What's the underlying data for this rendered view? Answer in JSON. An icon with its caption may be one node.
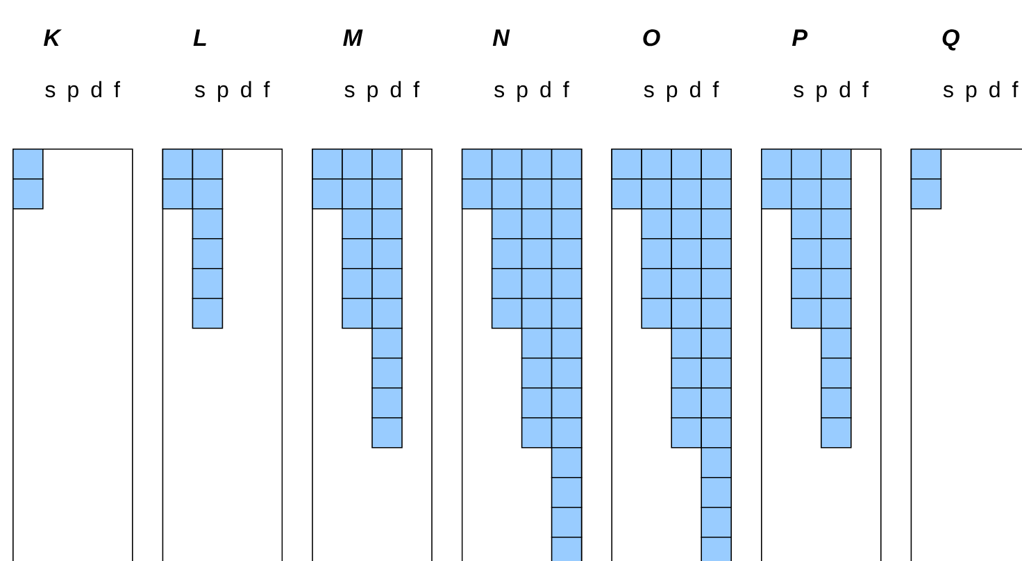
{
  "diagram": {
    "nodes": [
      {
        "text": [
          "K",
          "s p d f"
        ]
      },
      {
        "text": [],
        "shape": "box",
        "in": 0
      },
      {
        "text": [],
        "shape": "box",
        "in": 0
      },
      {
        "text": [
          "L",
          "s p d f"
        ]
      },
      {
        "text": [],
        "shape": "box",
        "in": 3
      },
      {
        "text": [],
        "shape": "box",
        "in": 3
      },
      {
        "text": [],
        "shape": "box",
        "in": 3
      },
      {
        "text": [],
        "shape": "box",
        "in": 3
      },
      {
        "text": [],
        "shape": "box",
        "in": 3
      },
      {
        "text": [],
        "shape": "box",
        "in": 3
      },
      {
        "text": [],
        "shape": "box",
        "in": 3
      },
      {
        "text": [],
        "shape": "box",
        "in": 3
      },
      {
        "text": [
          "M",
          "s p d f"
        ]
      },
      {
        "text": [],
        "shape": "box",
        "in": 12
      },
      {
        "text": [],
        "shape": "box",
        "in": 12
      },
      {
        "text": [],
        "shape": "box",
        "in": 12
      },
      {
        "text": [],
        "shape": "box",
        "in": 12
      },
      {
        "text": [],
        "shape": "box",
        "in": 12
      },
      {
        "text": [],
        "shape": "box",
        "in": 12
      },
      {
        "text": [],
        "shape": "box",
        "in": 12
      },
      {
        "text": [],
        "shape": "box",
        "in": 12
      },
      {
        "text": [],
        "shape": "box",
        "in": 12
      },
      {
        "text": [],
        "shape": "box",
        "in": 12
      },
      {
        "text": [],
        "shape": "box",
        "in": 12
      },
      {
        "text": [],
        "shape": "box",
        "in": 12
      },
      {
        "text": [],
        "shape": "box",
        "in": 12
      },
      {
        "text": [],
        "shape": "box",
        "in": 12
      },
      {
        "text": [],
        "shape": "box",
        "in": 12
      },
      {
        "text": [],
        "shape": "box",
        "in": 12
      },
      {
        "text": [],
        "shape": "box",
        "in": 12
      },
      {
        "text": [],
        "shape": "box",
        "in": 12
      },
      {
        "text": [
          "N",
          "s p d f"
        ]
      },
      {
        "text": [],
        "shape": "box",
        "in": 31
      },
      {
        "text": [],
        "shape": "box",
        "in": 31
      },
      {
        "text": [],
        "shape": "box",
        "in": 31
      },
      {
        "text": [],
        "shape": "box",
        "in": 31
      },
      {
        "text": [],
        "shape": "box",
        "in": 31
      },
      {
        "text": [],
        "shape": "box",
        "in": 31
      },
      {
        "text": [],
        "shape": "box",
        "in": 31
      },
      {
        "text": [],
        "shape": "box",
        "in": 31
      },
      {
        "text": [],
        "shape": "box",
        "in": 31
      },
      {
        "text": [],
        "shape": "box",
        "in": 31
      },
      {
        "text": [],
        "shape": "box",
        "in": 31
      },
      {
        "text": [],
        "shape": "box",
        "in": 31
      },
      {
        "text": [],
        "shape": "box",
        "in": 31
      },
      {
        "text": [],
        "shape": "box",
        "in": 31
      },
      {
        "text": [],
        "shape": "box",
        "in": 31
      },
      {
        "text": [],
        "shape": "box",
        "in": 31
      },
      {
        "text": [],
        "shape": "box",
        "in": 31
      },
      {
        "text": [],
        "shape": "box",
        "in": 31
      },
      {
        "text": [],
        "shape": "box",
        "in": 31
      },
      {
        "text": [],
        "shape": "box",
        "in": 31
      },
      {
        "text": [],
        "shape": "box",
        "in": 31
      },
      {
        "text": [],
        "shape": "box",
        "in": 31
      },
      {
        "text": [],
        "shape": "box",
        "in": 31
      },
      {
        "text": [],
        "shape": "box",
        "in": 31
      },
      {
        "text": [],
        "shape": "box",
        "in": 31
      },
      {
        "text": [],
        "shape": "box",
        "in": 31
      },
      {
        "text": [],
        "shape": "box",
        "in": 31
      },
      {
        "text": [],
        "shape": "box",
        "in": 31
      },
      {
        "text": [],
        "shape": "box",
        "in": 31
      },
      {
        "text": [],
        "shape": "box",
        "in": 31
      },
      {
        "text": [],
        "shape": "box",
        "in": 31
      },
      {
        "text": [],
        "shape": "box",
        "in": 31
      },
      {
        "text": [
          "O",
          "s p d f"
        ]
      },
      {
        "text": [],
        "shape": "box",
        "in": 64
      },
      {
        "text": [],
        "shape": "box",
        "in": 64
      },
      {
        "text": [],
        "shape": "box",
        "in": 64
      },
      {
        "text": [],
        "shape": "box",
        "in": 64
      },
      {
        "text": [],
        "shape": "box",
        "in": 64
      },
      {
        "text": [],
        "shape": "box",
        "in": 64
      },
      {
        "text": [],
        "shape": "box",
        "in": 64
      },
      {
        "text": [],
        "shape": "box",
        "in": 64
      },
      {
        "text": [],
        "shape": "box",
        "in": 64
      },
      {
        "text": [],
        "shape": "box",
        "in": 64
      },
      {
        "text": [],
        "shape": "box",
        "in": 64
      },
      {
        "text": [],
        "shape": "box",
        "in": 64
      },
      {
        "text": [],
        "shape": "box",
        "in": 64
      },
      {
        "text": [],
        "shape": "box",
        "in": 64
      },
      {
        "text": [],
        "shape": "box",
        "in": 64
      },
      {
        "text": [],
        "shape": "box",
        "in": 64
      },
      {
        "text": [],
        "shape": "box",
        "in": 64
      },
      {
        "text": [],
        "shape": "box",
        "in": 64
      },
      {
        "text": [],
        "shape": "box",
        "in": 64
      },
      {
        "text": [],
        "shape": "box",
        "in": 64
      },
      {
        "text": [],
        "shape": "box",
        "in": 64
      },
      {
        "text": [],
        "shape": "box",
        "in": 64
      },
      {
        "text": [],
        "shape": "box",
        "in": 64
      },
      {
        "text": [],
        "shape": "box",
        "in": 64
      },
      {
        "text": [],
        "shape": "box",
        "in": 64
      },
      {
        "text": [],
        "shape": "box",
        "in": 64
      },
      {
        "text": [],
        "shape": "box",
        "in": 64
      },
      {
        "text": [],
        "shape": "box",
        "in": 64
      },
      {
        "text": [],
        "shape": "box",
        "in": 64
      },
      {
        "text": [],
        "shape": "box",
        "in": 64
      },
      {
        "text": [],
        "shape": "box",
        "in": 64
      },
      {
        "text": [],
        "shape": "box",
        "in": 64
      },
      {
        "text": [
          "P",
          "s p d f"
        ]
      },
      {
        "text": [],
        "shape": "box",
        "in": 97
      },
      {
        "text": [],
        "shape": "box",
        "in": 97
      },
      {
        "text": [],
        "shape": "box",
        "in": 97
      },
      {
        "text": [],
        "shape": "box",
        "in": 97
      },
      {
        "text": [],
        "shape": "box",
        "in": 97
      },
      {
        "text": [],
        "shape": "box",
        "in": 97
      },
      {
        "text": [],
        "shape": "box",
        "in": 97
      },
      {
        "text": [],
        "shape": "box",
        "in": 97
      },
      {
        "text": [],
        "shape": "box",
        "in": 97
      },
      {
        "text": [],
        "shape": "box",
        "in": 97
      },
      {
        "text": [],
        "shape": "box",
        "in": 97
      },
      {
        "text": [],
        "shape": "box",
        "in": 97
      },
      {
        "text": [],
        "shape": "box",
        "in": 97
      },
      {
        "text": [],
        "shape": "box",
        "in": 97
      },
      {
        "text": [],
        "shape": "box",
        "in": 97
      },
      {
        "text": [],
        "shape": "box",
        "in": 97
      },
      {
        "text": [],
        "shape": "box",
        "in": 97
      },
      {
        "text": [],
        "shape": "box",
        "in": 97
      },
      {
        "text": [
          "Q",
          "s p d f"
        ]
      },
      {
        "text": [],
        "shape": "box",
        "in": 116
      },
      {
        "text": [],
        "shape": "box",
        "in": 116
      }
    ]
  }
}
